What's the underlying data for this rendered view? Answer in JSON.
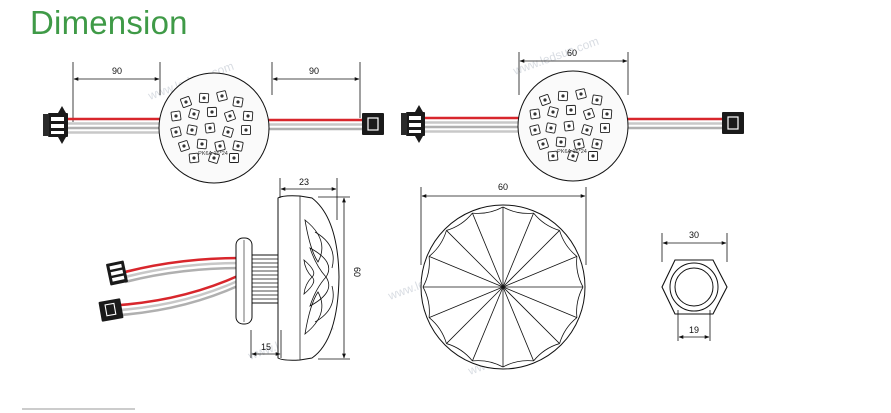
{
  "title": "Dimension",
  "colors": {
    "title": "#3f9a47",
    "wire_red": "#d8262c",
    "wire_gray": "#b5b5b5",
    "line": "#111111"
  },
  "front_view_left": {
    "left_lead": "90",
    "right_lead": "90",
    "chip_label": "PK6A 16*24"
  },
  "front_view_right": {
    "diameter": "60",
    "chip_label": "PK6A 16*24"
  },
  "side_view": {
    "depth": "23",
    "diameter": "60",
    "thread": "15"
  },
  "lens_view": {
    "diameter": "60"
  },
  "nut_view": {
    "across_corners": "30",
    "inner": "19"
  },
  "watermark": "www.ledsun.com"
}
